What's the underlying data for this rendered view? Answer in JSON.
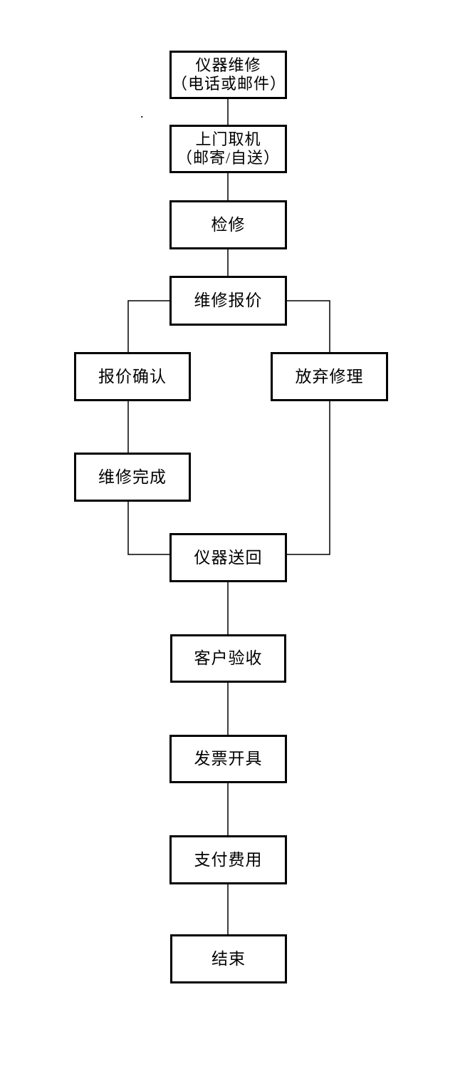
{
  "flowchart": {
    "nodes": [
      {
        "id": "repair-request",
        "lines": [
          "仪器维修",
          "（电话或邮件）"
        ]
      },
      {
        "id": "pickup",
        "lines": [
          "上门取机",
          "（邮寄/自送）"
        ]
      },
      {
        "id": "inspection",
        "lines": [
          "检修"
        ]
      },
      {
        "id": "repair-quote",
        "lines": [
          "维修报价"
        ]
      },
      {
        "id": "quote-confirmed",
        "lines": [
          "报价确认"
        ]
      },
      {
        "id": "abandon-repair",
        "lines": [
          "放弃修理"
        ]
      },
      {
        "id": "repair-complete",
        "lines": [
          "维修完成"
        ]
      },
      {
        "id": "instrument-return",
        "lines": [
          "仪器送回"
        ]
      },
      {
        "id": "customer-acceptance",
        "lines": [
          "客户验收"
        ]
      },
      {
        "id": "invoice-issued",
        "lines": [
          "发票开具"
        ]
      },
      {
        "id": "pay-fee",
        "lines": [
          "支付费用"
        ]
      },
      {
        "id": "end",
        "lines": [
          "结束"
        ]
      }
    ],
    "stray_mark": ".",
    "line_color": "#000000",
    "background": "#ffffff"
  }
}
